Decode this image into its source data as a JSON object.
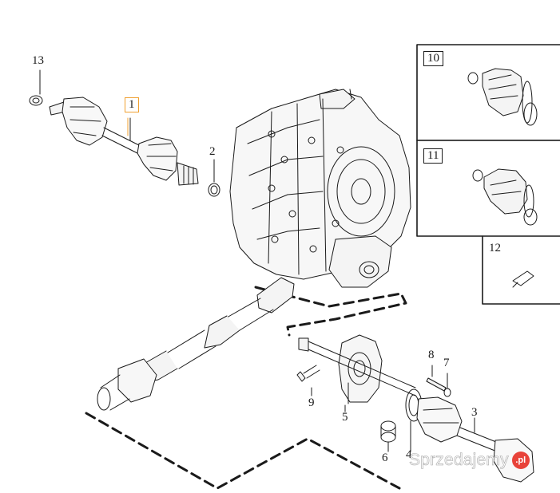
{
  "diagram": {
    "callouts": {
      "c1": "1",
      "c2": "2",
      "c3": "3",
      "c4": "4",
      "c5": "5",
      "c6": "6",
      "c7": "7",
      "c8": "8",
      "c9": "9",
      "c10": "10",
      "c11": "11",
      "c12": "12",
      "c13": "13"
    },
    "highlight_color": "#f0a030",
    "line_color": "#1a1a1a"
  },
  "watermark": {
    "text": "Sprzedajemy",
    "badge": ".pl"
  }
}
